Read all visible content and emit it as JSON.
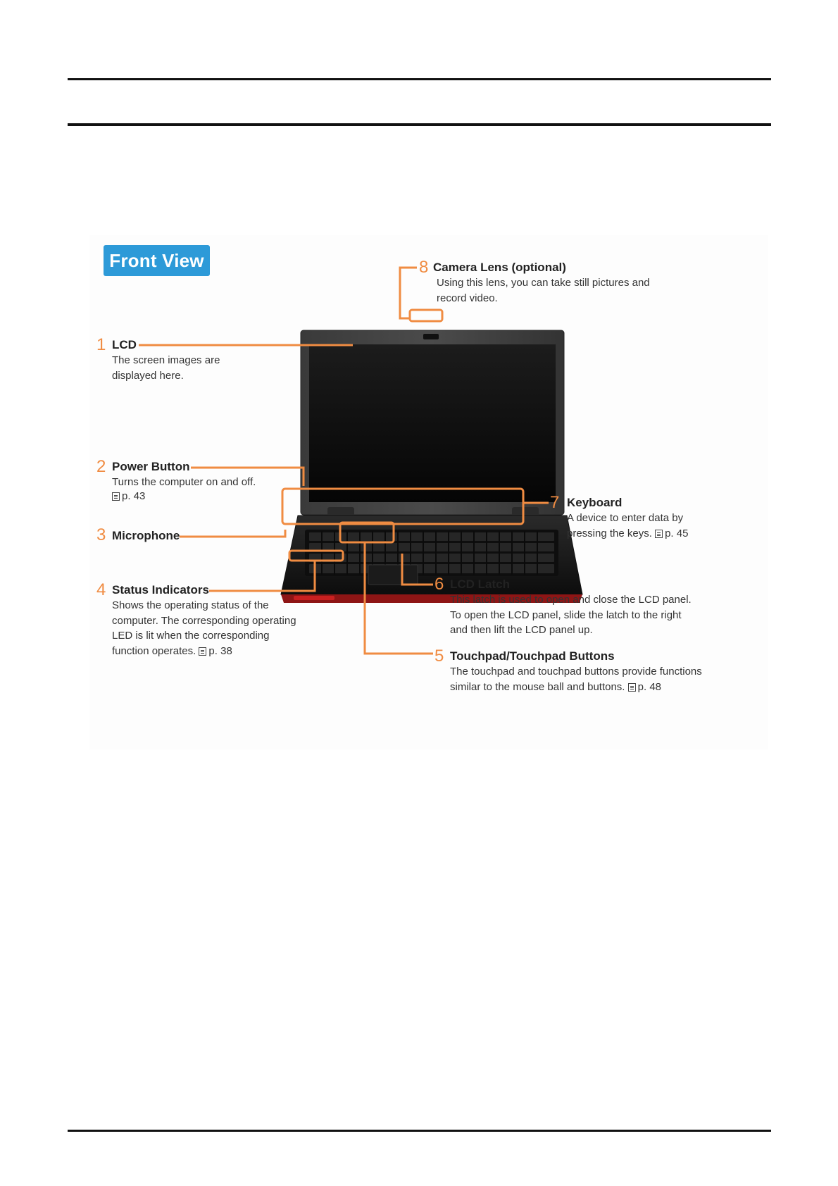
{
  "figure": {
    "badge": "Front View",
    "colors": {
      "badge": "#2d9ad8",
      "callout_lines": "#f08c42",
      "numbers": "#f08c42"
    },
    "callouts": {
      "c1": {
        "number": "1",
        "title": "LCD",
        "description": "The screen images are\ndisplayed here.",
        "ref": ""
      },
      "c2": {
        "number": "2",
        "title": "Power Button",
        "description": "Turns the computer on and off.",
        "ref": "p. 43"
      },
      "c3": {
        "number": "3",
        "title": "Microphone",
        "description": "",
        "ref": ""
      },
      "c4": {
        "number": "4",
        "title": "Status Indicators",
        "description": "Shows the operating status of the\ncomputer. The corresponding operating\nLED is lit when the corresponding\nfunction operates.",
        "ref": "p. 38"
      },
      "c5": {
        "number": "5",
        "title": "Touchpad/Touchpad Buttons",
        "description": "The touchpad and touchpad buttons provide functions\nsimilar to the mouse ball and buttons.",
        "ref": "p. 48"
      },
      "c6": {
        "number": "6",
        "title": "LCD Latch",
        "description": "This latch is used to open and close the LCD panel.\nTo open the LCD panel, slide the latch to the right\nand then lift the LCD panel up.",
        "ref": ""
      },
      "c7": {
        "number": "7",
        "title": "Keyboard",
        "description": "A device to enter data by\npressing the keys.",
        "ref": "p. 45"
      },
      "c8": {
        "number": "8",
        "title": "Camera Lens (optional)",
        "description": "Using this lens, you can take still pictures and\nrecord video.",
        "ref": ""
      }
    }
  }
}
